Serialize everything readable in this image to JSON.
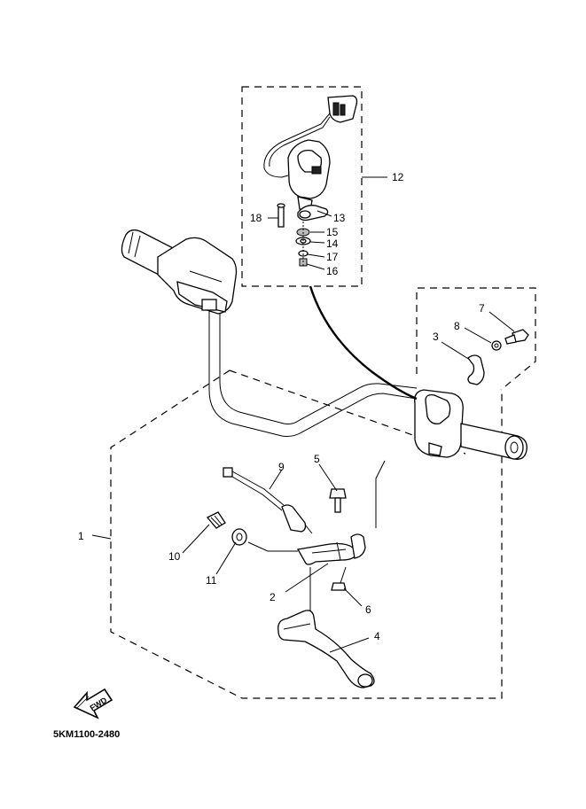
{
  "diagram": {
    "callouts": [
      {
        "key": "c1",
        "text": "1"
      },
      {
        "key": "c2",
        "text": "2"
      },
      {
        "key": "c3",
        "text": "3"
      },
      {
        "key": "c4",
        "text": "4"
      },
      {
        "key": "c5",
        "text": "5"
      },
      {
        "key": "c6",
        "text": "6"
      },
      {
        "key": "c7",
        "text": "7"
      },
      {
        "key": "c8",
        "text": "8"
      },
      {
        "key": "c9",
        "text": "9"
      },
      {
        "key": "c10",
        "text": "10"
      },
      {
        "key": "c11",
        "text": "11"
      },
      {
        "key": "c12",
        "text": "12"
      },
      {
        "key": "c13",
        "text": "13"
      },
      {
        "key": "c14",
        "text": "14"
      },
      {
        "key": "c15",
        "text": "15"
      },
      {
        "key": "c16",
        "text": "16"
      },
      {
        "key": "c17",
        "text": "17"
      },
      {
        "key": "c18",
        "text": "18"
      }
    ],
    "fwd_label": "FWD",
    "part_code": "5KM1100-2480"
  }
}
